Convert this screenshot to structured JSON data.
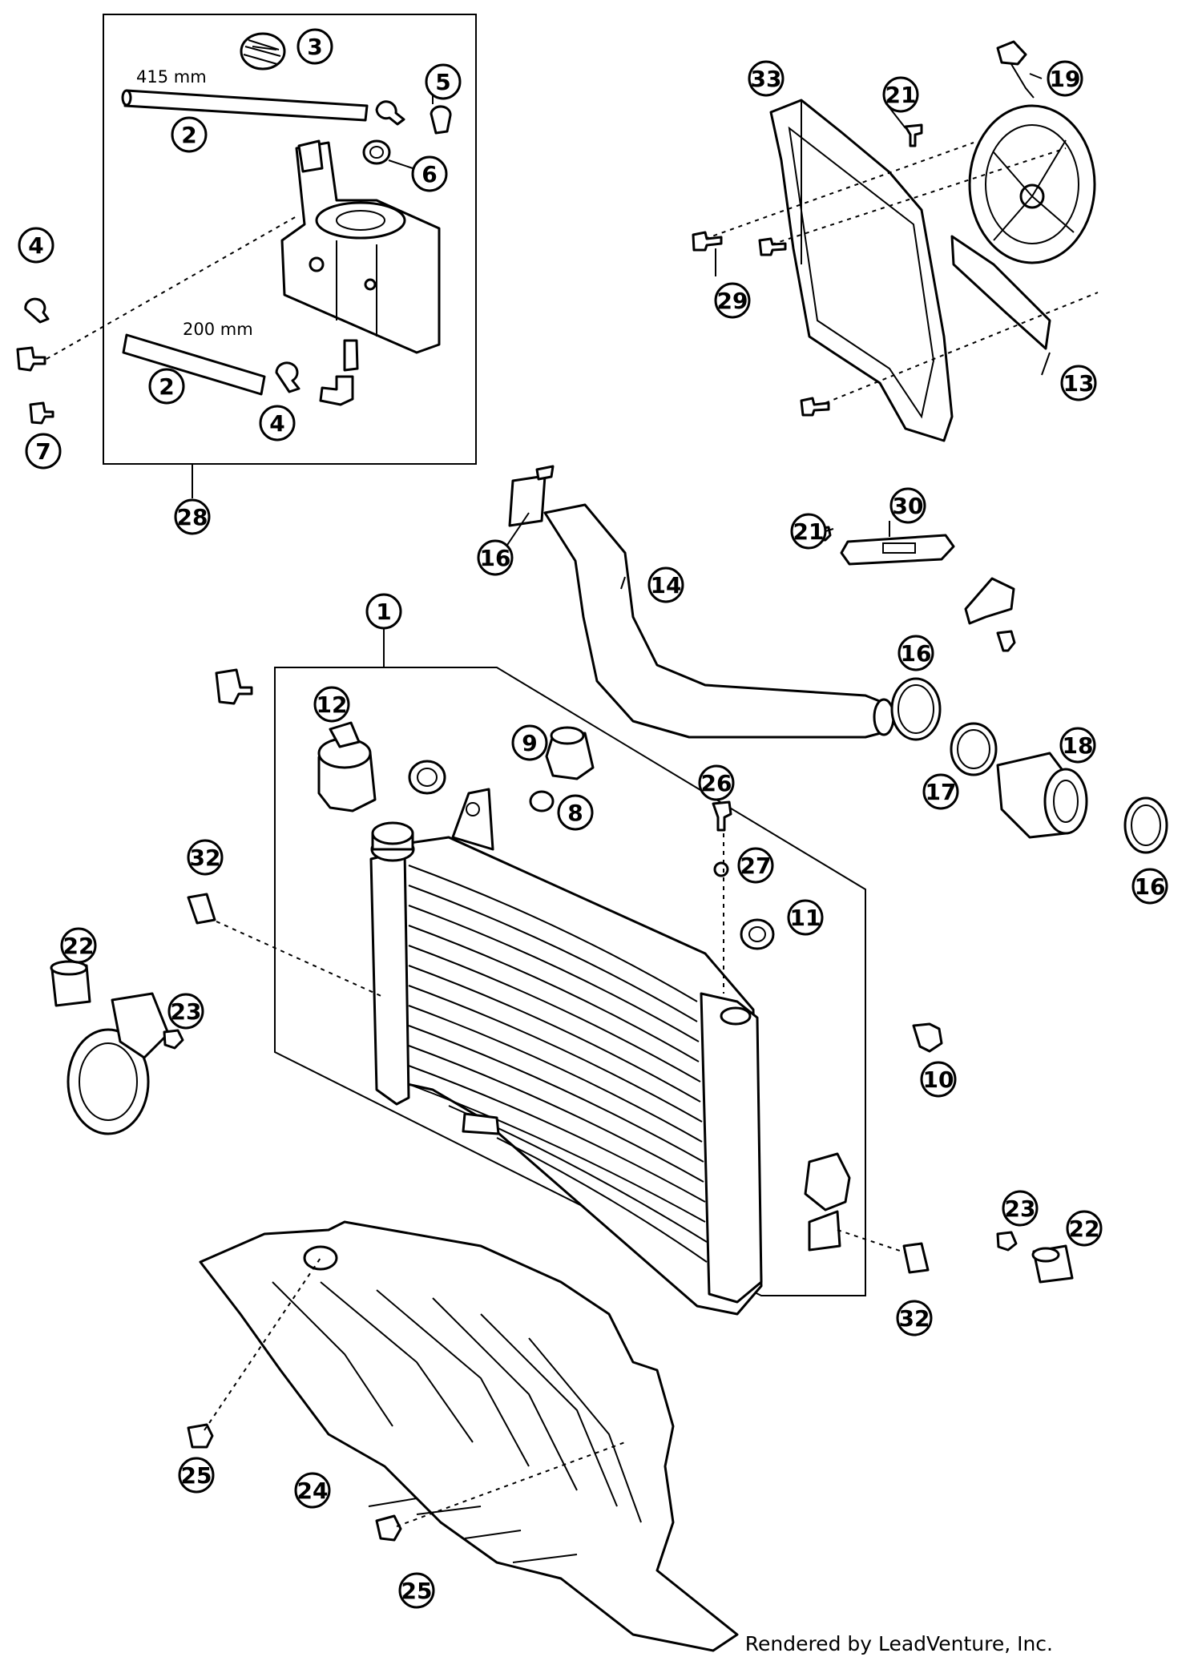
{
  "diagram": {
    "labels": [
      "1",
      "2",
      "3",
      "4",
      "5",
      "6",
      "7",
      "8",
      "9",
      "10",
      "11",
      "12",
      "13",
      "14",
      "16",
      "17",
      "18",
      "19",
      "21",
      "22",
      "23",
      "24",
      "25",
      "26",
      "27",
      "28",
      "29",
      "30",
      "32",
      "33"
    ],
    "callouts": [
      {
        "label": "1"
      },
      {
        "label": "2"
      },
      {
        "label": "2"
      },
      {
        "label": "3"
      },
      {
        "label": "4"
      },
      {
        "label": "4"
      },
      {
        "label": "5"
      },
      {
        "label": "6"
      },
      {
        "label": "7"
      },
      {
        "label": "8"
      },
      {
        "label": "9"
      },
      {
        "label": "10"
      },
      {
        "label": "11"
      },
      {
        "label": "12"
      },
      {
        "label": "13"
      },
      {
        "label": "14"
      },
      {
        "label": "16"
      },
      {
        "label": "16"
      },
      {
        "label": "16"
      },
      {
        "label": "17"
      },
      {
        "label": "18"
      },
      {
        "label": "19"
      },
      {
        "label": "21"
      },
      {
        "label": "21"
      },
      {
        "label": "22"
      },
      {
        "label": "22"
      },
      {
        "label": "23"
      },
      {
        "label": "23"
      },
      {
        "label": "24"
      },
      {
        "label": "25"
      },
      {
        "label": "25"
      },
      {
        "label": "26"
      },
      {
        "label": "27"
      },
      {
        "label": "28"
      },
      {
        "label": "29"
      },
      {
        "label": "30"
      },
      {
        "label": "32"
      },
      {
        "label": "32"
      },
      {
        "label": "33"
      }
    ],
    "dimensions": [
      "415 mm",
      "200 mm"
    ]
  },
  "footer": {
    "credit": "Rendered by LeadVenture, Inc."
  }
}
